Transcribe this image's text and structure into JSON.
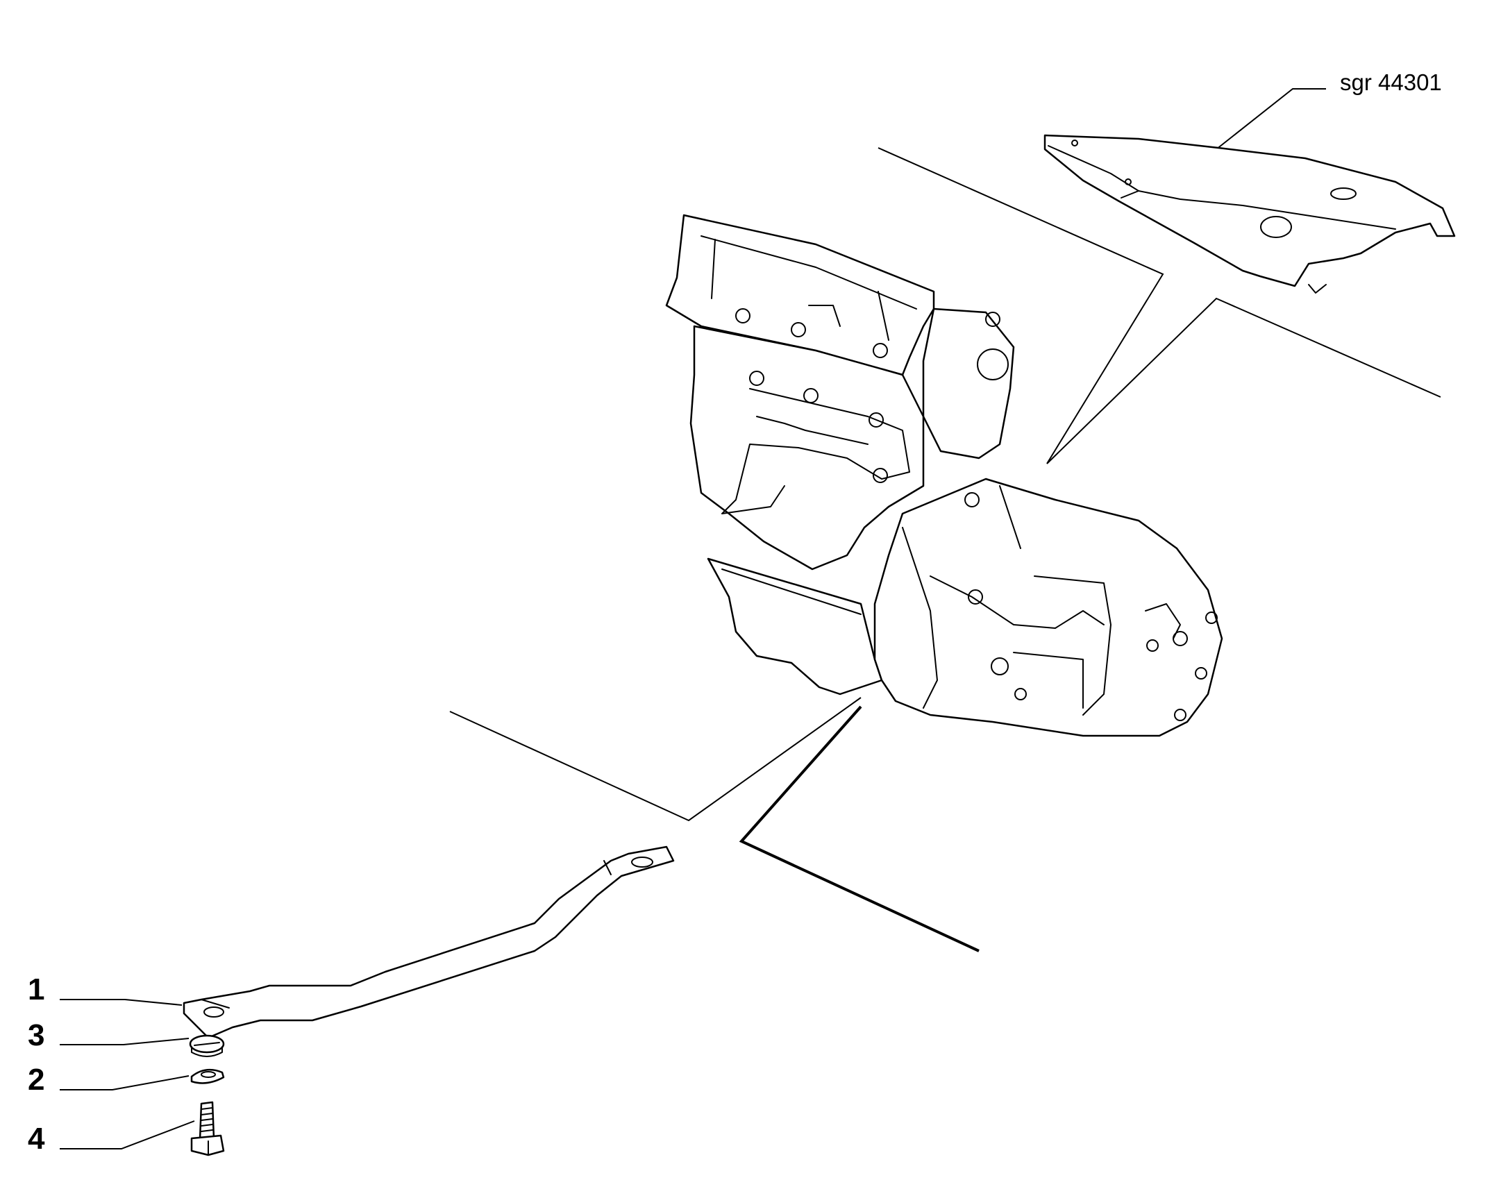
{
  "diagram": {
    "reference_code": "sgr 44301",
    "callouts": [
      {
        "label": "1",
        "part": "bracket"
      },
      {
        "label": "3",
        "part": "spring-washer"
      },
      {
        "label": "2",
        "part": "washer"
      },
      {
        "label": "4",
        "part": "bolt"
      }
    ]
  },
  "colors": {
    "line": "#000000",
    "background": "#ffffff"
  }
}
